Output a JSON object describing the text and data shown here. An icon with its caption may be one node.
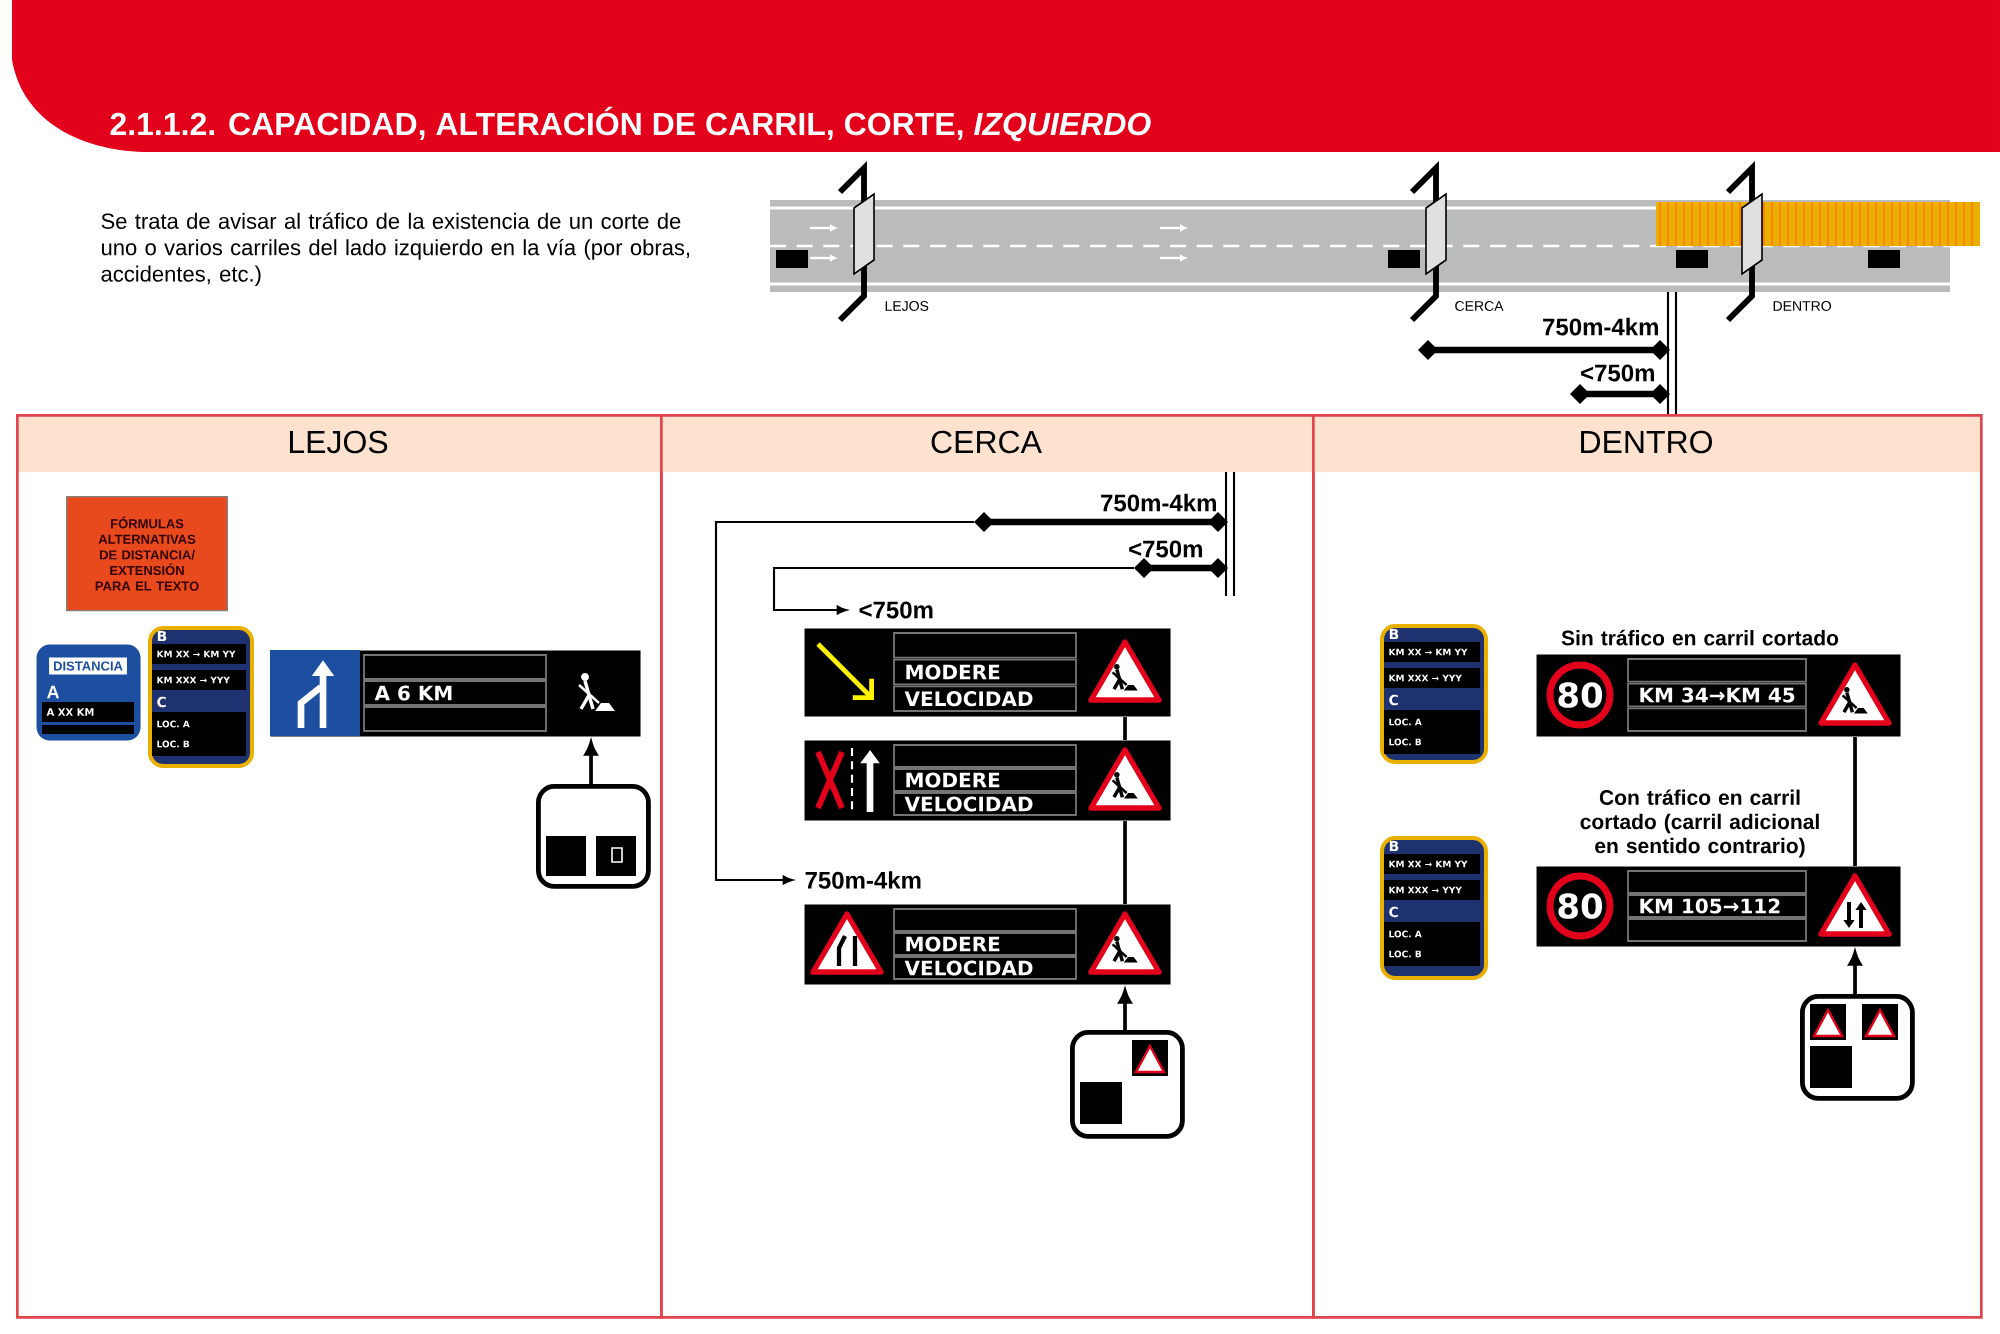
{
  "diagram": {
    "title": "2.1.1.2. CAPACIDAD, ALTERACIÓN DE CARRIL, CORTE, *IZQUIERDO*",
    "nodes": [
      {
        "text": [
          "LEJOS"
        ]
      },
      {
        "text": [
          "CERCA"
        ]
      },
      {
        "text": [
          "DENTRO"
        ]
      },
      {
        "text": [
          "FÓRMULAS ALTERNATIVAS DE DISTANCIA/ EXTENSIÓN PARA EL TEXTO"
        ],
        "in": 0
      },
      {
        "text": [
          "DISTANCIA",
          "A",
          "A XX KM"
        ],
        "in": 0
      },
      {
        "text": [
          "B",
          "KM XX → KM YY",
          "KM XXX → YYY",
          "C",
          "LOC. A",
          "LOC. B"
        ],
        "in": 0
      },
      {
        "text": [
          "A 6 KM"
        ],
        "in": 0
      },
      {
        "text": [],
        "shape": "box",
        "in": 0
      },
      {
        "text": [
          "MODERE",
          "VELOCIDAD"
        ],
        "in": 1
      },
      {
        "text": [
          "MODERE",
          "VELOCIDAD"
        ],
        "in": 1
      },
      {
        "text": [
          "MODERE",
          "VELOCIDAD"
        ],
        "in": 1
      },
      {
        "text": [],
        "shape": "box",
        "in": 1
      },
      {
        "text": [
          "B",
          "KM XX → KM YY",
          "KM XXX → YYY",
          "C",
          "LOC. A",
          "LOC. B"
        ],
        "in": 2
      },
      {
        "text": [
          "80",
          "KM 34→KM 45"
        ],
        "beside": [
          "Sin tráfico en carril cortado"
        ],
        "in": 2
      },
      {
        "text": [
          "B",
          "KM XX → KM YY",
          "KM XXX → YYY",
          "C",
          "LOC. A",
          "LOC. B"
        ],
        "in": 2
      },
      {
        "text": [
          "80",
          "KM 105→112"
        ],
        "beside": [
          "Con tráfico en carril cortado (carril adicional en sentido contrario)"
        ],
        "in": 2
      },
      {
        "text": [],
        "shape": "box",
        "in": 2
      }
    ],
    "edges": [
      {
        "from": 7,
        "to": 6,
        "arrow": "to"
      },
      {
        "from": 11,
        "to": 10,
        "arrow": "to"
      },
      {
        "from": 10,
        "to": 9,
        "arrow": "none"
      },
      {
        "from": 9,
        "to": 8,
        "arrow": "none"
      },
      {
        "from": 16,
        "to": 15,
        "arrow": "to"
      },
      {
        "from": 15,
        "to": 13,
        "arrow": "none"
      }
    ],
    "labels": [
      "Se trata de avisar al tráfico de la existencia de un corte de uno o varios carriles del lado izquierdo en la vía (por obras, accidentes, etc.)",
      "LEJOS",
      "CERCA",
      "DENTRO",
      "750m-4km",
      "<750m",
      "750m-4km",
      "<750m",
      "<750m",
      "750m-4km"
    ]
  }
}
